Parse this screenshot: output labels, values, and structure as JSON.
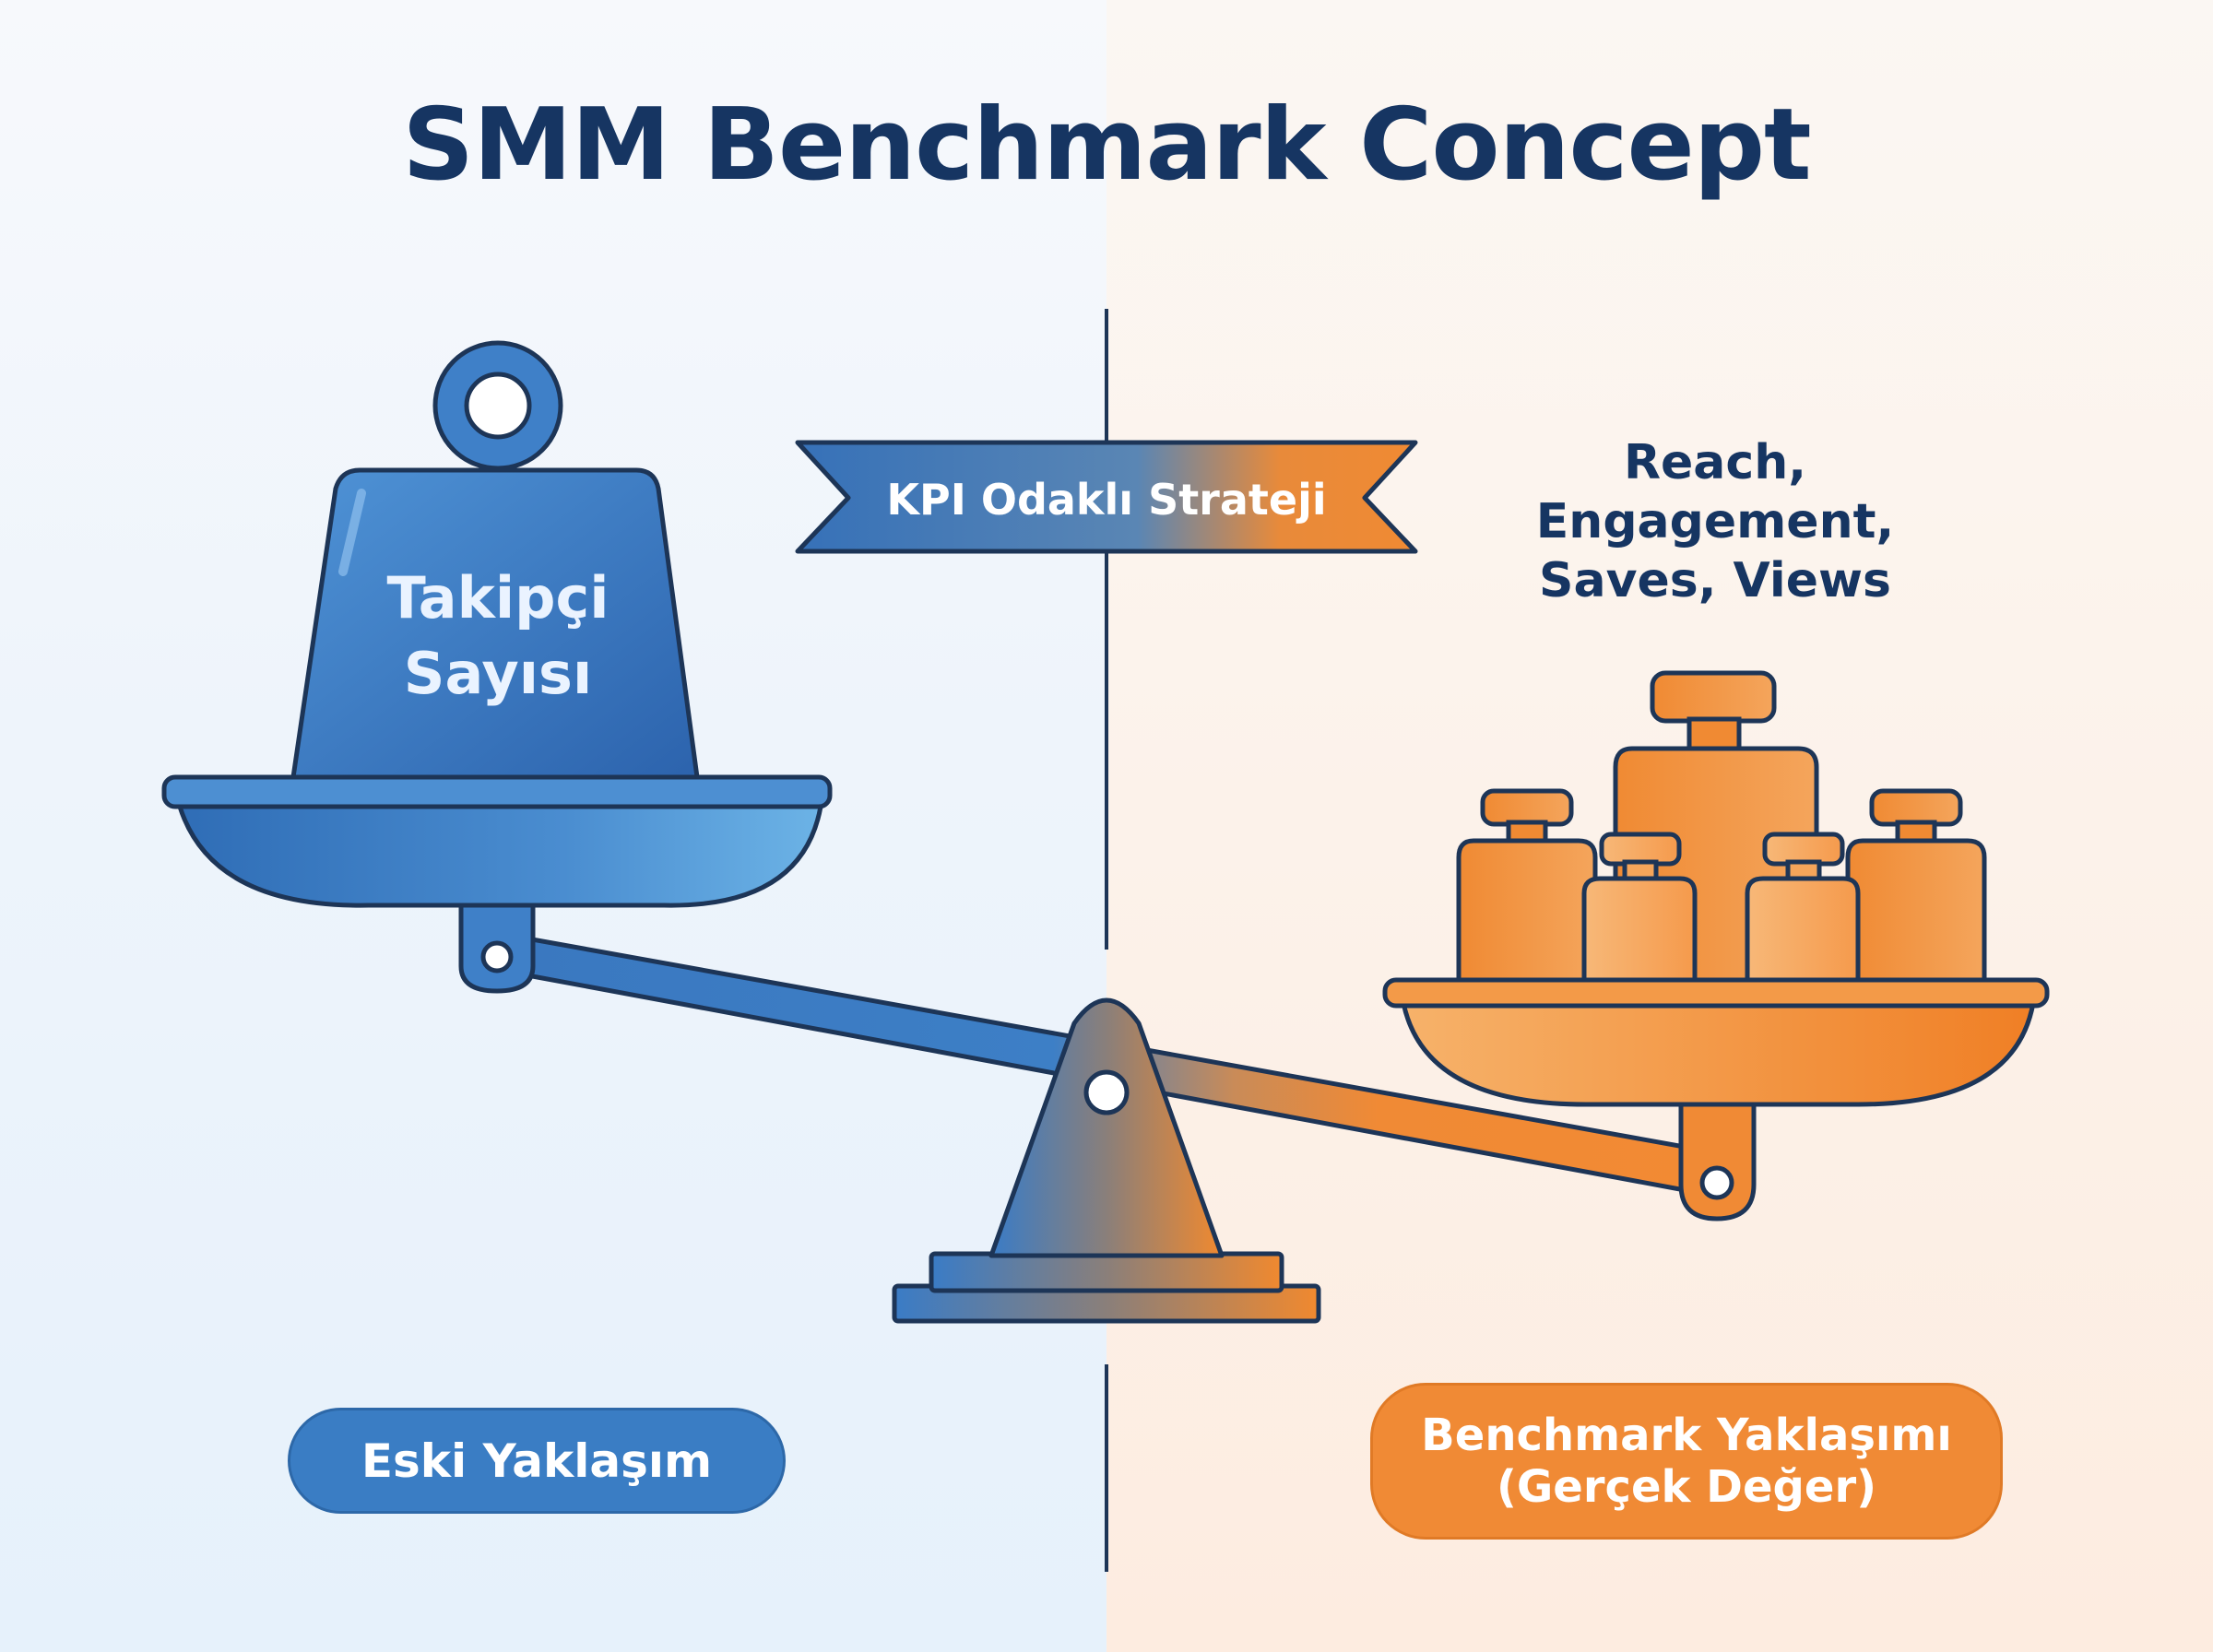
{
  "title": "SMM Benchmark Concept",
  "left": {
    "weight_label_line1": "Takipçi",
    "weight_label_line2": "Sayısı",
    "approach_label": "Eski Yaklaşım"
  },
  "center": {
    "ribbon_label": "KPI Odaklı Strateji"
  },
  "right": {
    "metrics_line1": "Reach,",
    "metrics_line2": "Engagement,",
    "metrics_line3": "Saves, Views",
    "approach_label_line1": "Benchmark Yaklaşımı",
    "approach_label_line2": "(Gerçek Değer)"
  },
  "colors": {
    "navy": "#163562",
    "blue": "#3a7dc4",
    "orange": "#f08a35"
  }
}
